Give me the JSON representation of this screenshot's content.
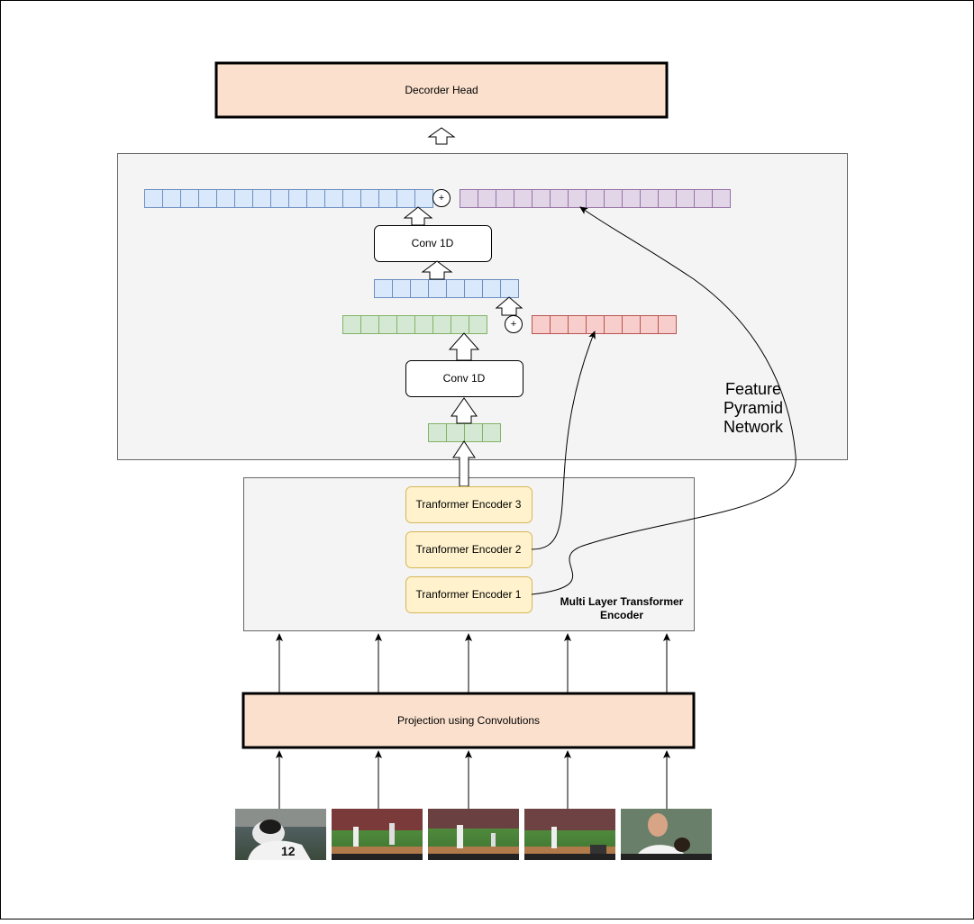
{
  "decoder": {
    "label": "Decorder Head"
  },
  "fpn": {
    "conv_top_label": "Conv 1D",
    "conv_bottom_label": "Conv 1D",
    "plus_symbol": "+",
    "label": "Feature\nPyramid\nNetwork"
  },
  "encoder": {
    "layers": [
      "Tranformer Encoder 3",
      "Tranformer Encoder 2",
      "Tranformer Encoder 1"
    ],
    "title": "Multi Layer Transformer Encoder"
  },
  "projection": {
    "label": "Projection using Convolutions"
  },
  "frames": [
    {
      "description": "batter"
    },
    {
      "description": "pitch"
    },
    {
      "description": "pitch"
    },
    {
      "description": "pitch"
    },
    {
      "description": "pitcher"
    }
  ],
  "colors": {
    "peach": "#fbe1cd",
    "panel": "#f4f4f4",
    "blue_fill": "#dae8fc",
    "blue_stroke": "#6c8ebf",
    "green_fill": "#d5e8d4",
    "green_stroke": "#82b366",
    "red_fill": "#f8cecc",
    "red_stroke": "#b85450",
    "purple_fill": "#e1d5e7",
    "purple_stroke": "#9673a6",
    "yellow_fill": "#fff2cc",
    "yellow_stroke": "#d6b656"
  }
}
